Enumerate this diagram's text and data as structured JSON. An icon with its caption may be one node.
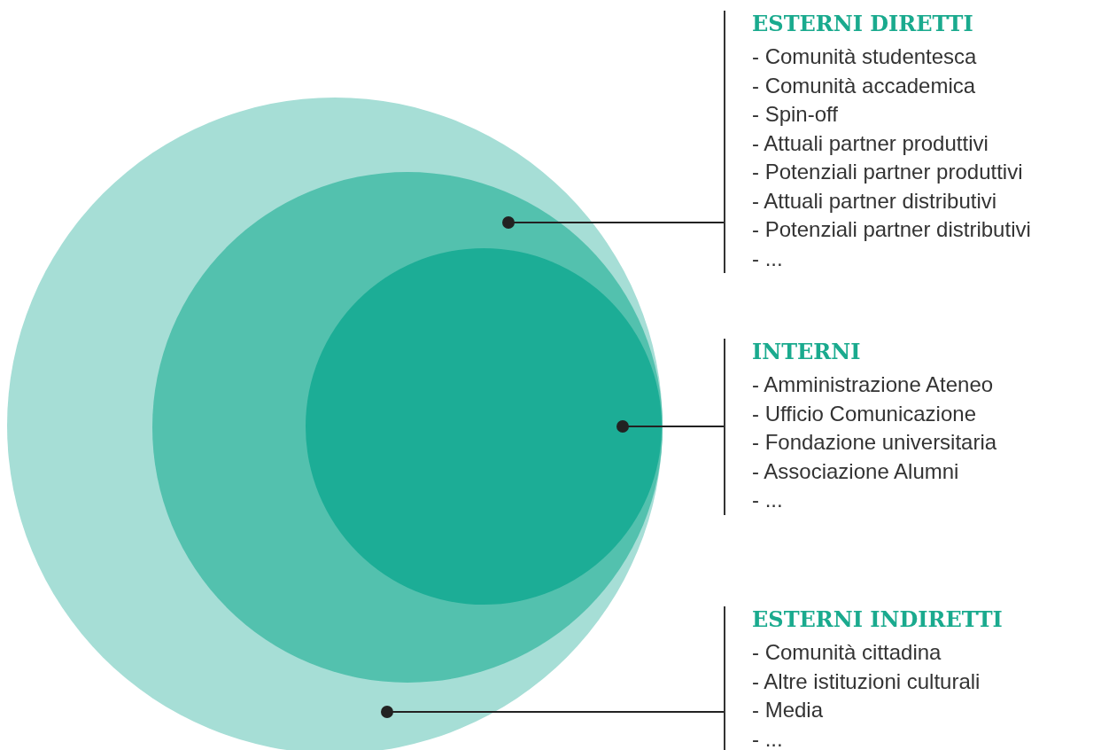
{
  "diagram": {
    "nodes": [
      {
        "text": [],
        "shape": "circle"
      },
      {
        "text": [],
        "shape": "circle",
        "in": 0
      },
      {
        "text": [],
        "shape": "circle",
        "in": 1
      },
      {
        "text": [
          "ESTERNI DIRETTI",
          "- Comunità studentesca",
          "- Comunità accademica",
          "- Spin-off",
          "- Attuali partner produttivi",
          "- Potenziali partner produttivi",
          "- Attuali partner distributivi",
          "- Potenziali partner distributivi",
          "- ..."
        ]
      },
      {
        "text": [
          "INTERNI",
          "- Amministrazione Ateneo",
          "- Ufficio Comunicazione",
          "- Fondazione universitaria",
          "- Associazione Alumni",
          "- ..."
        ]
      },
      {
        "text": [
          "ESTERNI INDIRETTI",
          "- Comunità cittadina",
          "- Altre istituzioni culturali",
          "- Media",
          "- ..."
        ]
      }
    ],
    "edges": [
      {
        "from": 3,
        "to": 1,
        "arrow": "other"
      },
      {
        "from": 4,
        "to": 2,
        "arrow": "other"
      },
      {
        "from": 5,
        "to": 0,
        "arrow": "other"
      }
    ]
  }
}
